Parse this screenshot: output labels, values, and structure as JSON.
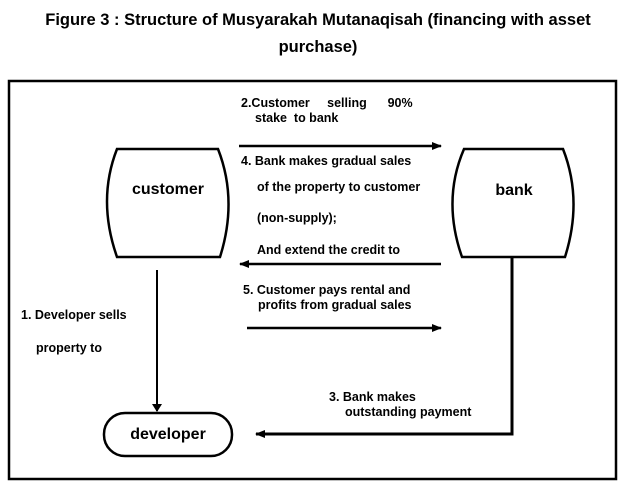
{
  "figure": {
    "title_line1": "Figure 3 : Structure of Musyarakah Mutanaqisah (financing with asset",
    "title_line2": "purchase)"
  },
  "nodes": {
    "customer": "customer",
    "bank": "bank",
    "developer": "developer"
  },
  "edges": {
    "step2": {
      "line1": "2.Customer     selling      90%",
      "line2": "stake  to bank",
      "from": "customer",
      "to": "bank"
    },
    "step4": {
      "line1": "4. Bank makes gradual sales",
      "line2": "of the property to customer",
      "line3": "(non-supply);",
      "line4": "And extend the credit to",
      "from": "bank",
      "to": "customer"
    },
    "step5": {
      "line1": "5. Customer pays rental and",
      "line2": "profits from gradual sales",
      "from": "customer",
      "to": "bank"
    },
    "step1": {
      "line1": "1. Developer sells",
      "line2": "property to",
      "from": "customer",
      "to": "developer"
    },
    "step3": {
      "line1": "3. Bank makes",
      "line2": "outstanding payment",
      "from": "bank",
      "to": "developer"
    }
  }
}
